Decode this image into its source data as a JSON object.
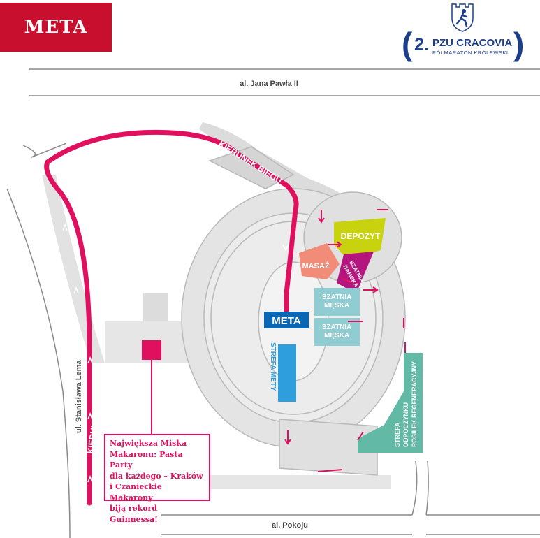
{
  "title_badge": "META",
  "logo": {
    "number": "2.",
    "name": "PZU CRACOVIA",
    "subtitle": "PÓŁMARATON KRÓLEWSKI",
    "icon": "runner-castle-icon"
  },
  "streets": {
    "top": "al. Jana Pawła II",
    "bottom": "al. Pokoju",
    "left": "ul. Stanisława Lema"
  },
  "route_labels": {
    "top": "KIERUNEK BIEGU",
    "left": "KIERUNEK BIEGU"
  },
  "zones": {
    "depozyt": "DEPOZYT",
    "masaz": "MASAŻ",
    "szatnia_damska_1": "SZATNIA",
    "szatnia_damska_2": "DAMSKA",
    "szatnia_meska_a_1": "SZATNIA",
    "szatnia_meska_a_2": "MĘSKA",
    "szatnia_meska_b_1": "SZATNIA",
    "szatnia_meska_b_2": "MĘSKA",
    "meta": "META",
    "strefa_mety": "STREFA METY",
    "odpoczynek_1": "STREFA",
    "odpoczynek_2": "ODPOCZYNKU",
    "odpoczynek_3": "POSIŁEK REGENERACYJNY"
  },
  "note": {
    "line1": "Największa Miska",
    "line2": "Makaronu: Pasta Party",
    "line3": "dla każdego – Kraków",
    "line4": "i Czanieckie Makarony",
    "line5": "biją rekord Guinnessa!"
  },
  "colors": {
    "badge": "#c8102e",
    "route": "#e0105f",
    "depozyt": "#c9d20f",
    "masaz": "#f08c78",
    "szatnia_damska": "#b5157f",
    "szatnia_meska": "#8fcdd3",
    "meta": "#0b66b3",
    "strefa_mety": "#2e9fdc",
    "odpoczynek": "#62b9a6",
    "logo": "#1d3f8a"
  }
}
